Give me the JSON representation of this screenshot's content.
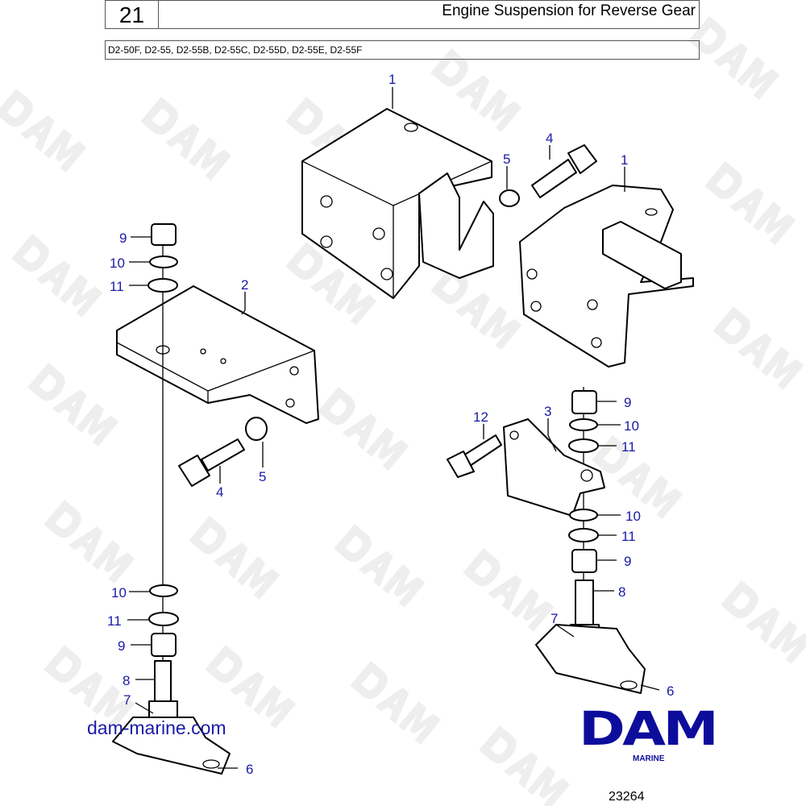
{
  "header": {
    "page_number": "21",
    "title": "Engine Suspension for Reverse Gear",
    "models": "D2-50F, D2-55, D2-55B, D2-55C, D2-55D, D2-55E, D2-55F"
  },
  "watermark": "DAM",
  "website": "dam-marine.com",
  "logo": {
    "text": "DAM",
    "subtext": "MARINE",
    "color": "#0d0d9c"
  },
  "drawing_number": "23264",
  "callouts": [
    "1",
    "4",
    "5",
    "1",
    "9",
    "10",
    "11",
    "2",
    "12",
    "3",
    "9",
    "10",
    "11",
    "4",
    "5",
    "10",
    "11",
    "9",
    "8",
    "10",
    "11",
    "9",
    "7",
    "8",
    "6",
    "7",
    "6"
  ]
}
